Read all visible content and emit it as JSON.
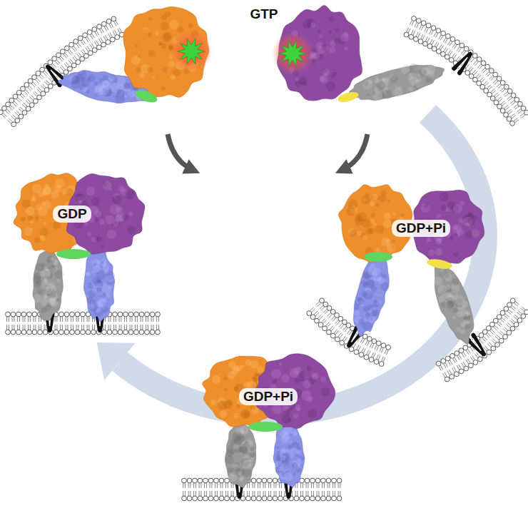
{
  "diagram": {
    "labels": [
      "GTP",
      "GDP",
      "GDP+Pi",
      "GDP+Pi"
    ]
  }
}
